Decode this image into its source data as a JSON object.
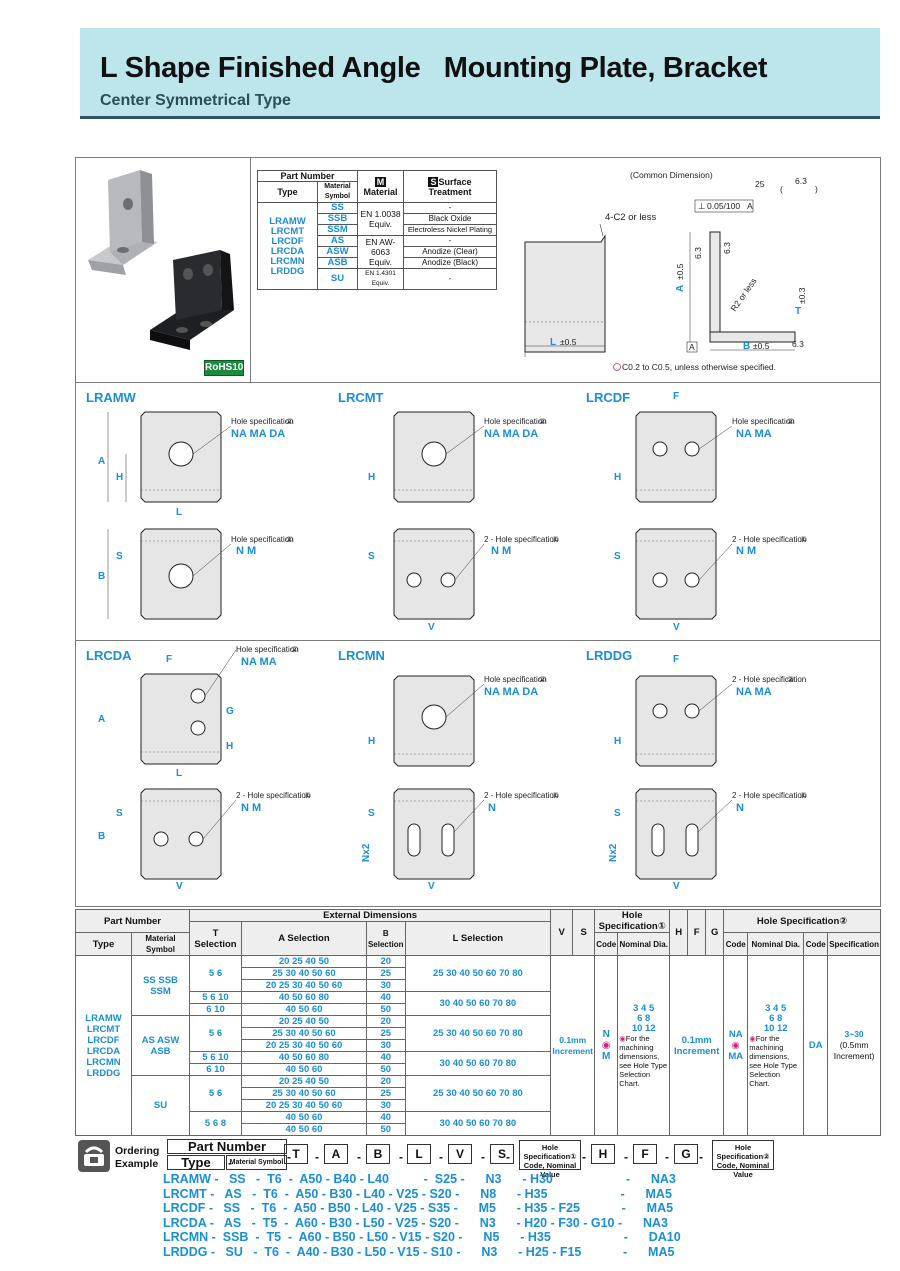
{
  "header": {
    "title": "L Shape Finished Angle   Mounting Plate, Bracket",
    "subtitle": "Center Symmetrical Type"
  },
  "photo": {
    "rohs": "RoHS10"
  },
  "material_table": {
    "h_part_number": "Part Number",
    "h_type": "Type",
    "h_material_symbol": "Material Symbol",
    "h_material": "Material",
    "h_surface": "Surface",
    "h_treatment": "Treatment",
    "icon_m": "M",
    "icon_s": "S",
    "types": [
      "LRAMW",
      "LRCMT",
      "LRCDF",
      "LRCDA",
      "LRCMN",
      "LRDDG"
    ],
    "rows": [
      {
        "sym": "SS",
        "surf": "-"
      },
      {
        "sym": "SSB",
        "surf": "Black Oxide"
      },
      {
        "sym": "SSM",
        "surf": "Electroless Nickel Plating"
      },
      {
        "sym": "AS",
        "surf": "-"
      },
      {
        "sym": "ASW",
        "surf": "Anodize (Clear)"
      },
      {
        "sym": "ASB",
        "surf": "Anodize (Black)"
      },
      {
        "sym": "SU",
        "surf": "-"
      }
    ],
    "materials": [
      "EN 1.0038 Equiv.",
      "EN AW-6063 Equiv.",
      "EN 1.4301 Equiv."
    ]
  },
  "common": {
    "heading": "(Common Dimension)",
    "chamfer": "4-C2 or less",
    "perp": "0.05/100",
    "datum": "A",
    "r2": "R2 or less",
    "a": "A",
    "a_tol": "±0.5",
    "l": "L",
    "l_tol": "±0.5",
    "b": "B",
    "b_tol": "±0.5",
    "t": "T",
    "t_tol": "±0.3",
    "rough": "6.3",
    "rough25": "25",
    "note": "C0.2 to C0.5, unless otherwise specified."
  },
  "views": {
    "names": [
      "LRAMW",
      "LRCMT",
      "LRCDF",
      "LRCDA",
      "LRCMN",
      "LRDDG"
    ],
    "hole2": "Hole specification",
    "hole2_2": "2 - Hole specification",
    "hole1": "Hole specification",
    "hole1_2": "2 - Hole specification",
    "c2": "②",
    "c1": "①",
    "codes_top": "NA MA DA",
    "codes_top2": "NA MA",
    "codes_bot": "N M",
    "codes_bot_n": "N",
    "dims": {
      "a": "A",
      "h": "H",
      "l": "L",
      "b": "B",
      "s": "S",
      "f": "F",
      "v": "V",
      "g": "G",
      "nx2": "Nx2"
    }
  },
  "spec": {
    "h": {
      "part_number": "Part Number",
      "type": "Type",
      "material_symbol": "Material Symbol",
      "external": "External Dimensions",
      "t": "T",
      "t_sel": "Selection",
      "a_sel": "A Selection",
      "b": "B",
      "b_sel": "Selection",
      "l_sel": "L Selection",
      "v": "V",
      "s": "S",
      "hole1": "Hole Specification①",
      "hole2": "Hole Specification②",
      "code": "Code",
      "nominal": "Nominal Dia.",
      "h2": "H",
      "f": "F",
      "g": "G",
      "specification": "Specification"
    },
    "types": "LRAMW LRCMT LRCDF LRCDA LRCMN LRDDG",
    "sym1": "SS SSB SSM",
    "sym2": "AS ASW ASB",
    "sym3": "SU",
    "rows": [
      {
        "t": "5 6",
        "a": "20 25 40 50",
        "b": "20",
        "l": "25 30 40 50 60 70 80"
      },
      {
        "t": "",
        "a": "25 30 40 50 60",
        "b": "25",
        "l": ""
      },
      {
        "t": "",
        "a": "20 25 30 40 50 60",
        "b": "30",
        "l": ""
      },
      {
        "t": "5 6 10",
        "a": "40 50 60 80",
        "b": "40",
        "l": "30 40 50 60 70 80"
      },
      {
        "t": "6 10",
        "a": "40 50 60",
        "b": "50",
        "l": ""
      },
      {
        "t": "5 6",
        "a": "20 25 40 50",
        "b": "20",
        "l": "25 30 40 50 60 70 80"
      },
      {
        "t": "",
        "a": "25 30 40 50 60",
        "b": "25",
        "l": ""
      },
      {
        "t": "",
        "a": "20 25 30 40 50 60",
        "b": "30",
        "l": ""
      },
      {
        "t": "5 6 10",
        "a": "40 50 60 80",
        "b": "40",
        "l": "30 40 50 60 70 80"
      },
      {
        "t": "6 10",
        "a": "40 50 60",
        "b": "50",
        "l": ""
      },
      {
        "t": "5 6",
        "a": "20 25 40 50",
        "b": "20",
        "l": "25 30 40 50 60 70 80"
      },
      {
        "t": "",
        "a": "25 30 40 50 60",
        "b": "25",
        "l": ""
      },
      {
        "t": "",
        "a": "20 25 30 40 50 60",
        "b": "30",
        "l": ""
      },
      {
        "t": "5 6 8",
        "a": "40 50 60",
        "b": "40",
        "l": "30 40 50 60 70 80"
      },
      {
        "t": "",
        "a": "40 50 60",
        "b": "50",
        "l": ""
      }
    ],
    "vs_inc": "0.1mm Increment",
    "n_code": "N",
    "m_code": "M",
    "nom1": "3 4 5 6 8 10 12",
    "nom_note": "For the machining dimensions, see Hole Type Selection Chart.",
    "hfg_inc": "0.1mm Increment",
    "na": "NA",
    "ma": "MA",
    "nom2": "3 4 5 6 8 10 12",
    "da": "DA",
    "da_spec": "3~30",
    "da_inc": "(0.5mm Increment)"
  },
  "ordering": {
    "label1": "Ordering",
    "label2": "Example",
    "part_number": "Part Number",
    "type": "Type",
    "material_symbol": "Material Symbol",
    "fields": [
      "T",
      "A",
      "B",
      "L",
      "V",
      "S",
      "H",
      "F",
      "G"
    ],
    "hole1": "Hole Specification① Code, Nominal Value",
    "hole2": "Hole Specification② Code, Nominal Value",
    "rows": [
      "LRAMW -   SS   -  T6  -  A50 - B40 - L40          -  S25 -      N3      - H30                     -      NA3",
      "LRCMT -   AS   -  T6  -  A50 - B30 - L40 - V25 - S20 -      N8      - H35                     -      MA5",
      "LRCDF -   SS   -  T6  -  A50 - B50 - L40 - V25 - S35 -      M5      - H35 - F25            -      MA5",
      "LRCDA -   AS   -  T5  -  A60 - B30 - L50 - V25 - S20 -      N3      - H20 - F30 - G10 -      NA3",
      "LRCMN -  SSB  -  T5  -  A60 - B50 - L50 - V15 - S20 -      N5      - H35                     -      DA10",
      "LRDDG -   SU   -  T6  -  A40 - B30 - L50 - V15 - S10 -      N3      - H25 - F15            -      MA5"
    ]
  }
}
